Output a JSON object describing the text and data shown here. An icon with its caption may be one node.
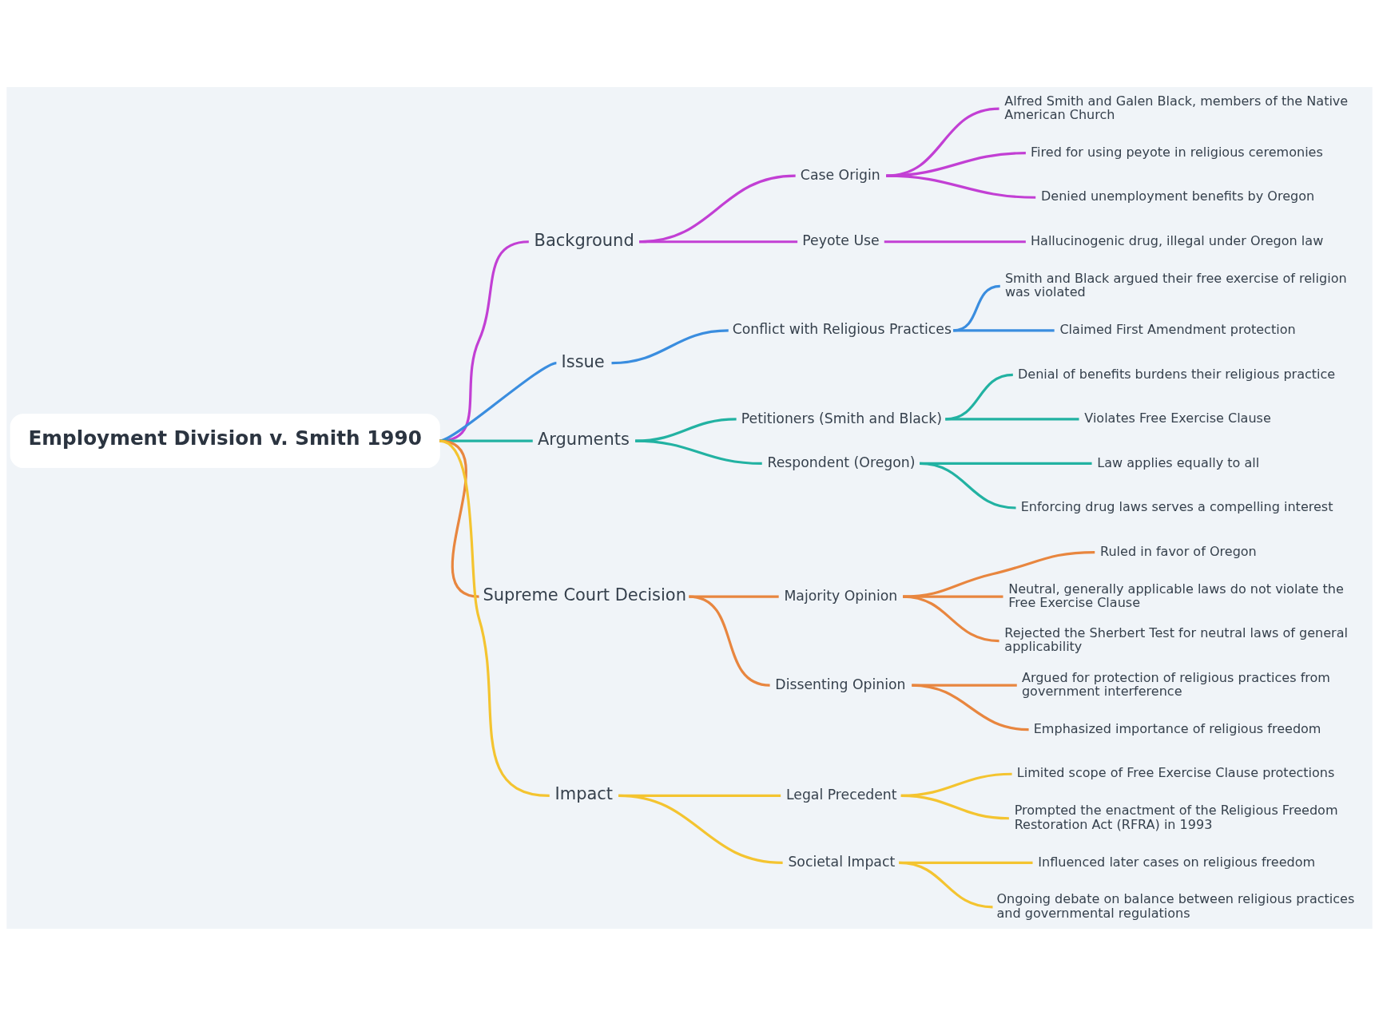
{
  "diagram": {
    "nodes": [
      {
        "text": [
          "Employment Division v. Smith 1990"
        ]
      },
      {
        "text": [
          "Background"
        ]
      },
      {
        "text": [
          "Case Origin"
        ]
      },
      {
        "text": [
          "Alfred Smith and Galen Black, members of the Native American Church"
        ]
      },
      {
        "text": [
          "Fired for using peyote in religious ceremonies"
        ]
      },
      {
        "text": [
          "Denied unemployment benefits by Oregon"
        ]
      },
      {
        "text": [
          "Peyote Use"
        ]
      },
      {
        "text": [
          "Hallucinogenic drug, illegal under Oregon law"
        ]
      },
      {
        "text": [
          "Issue"
        ]
      },
      {
        "text": [
          "Conflict with Religious Practices"
        ]
      },
      {
        "text": [
          "Smith and Black argued their free exercise of religion was violated"
        ]
      },
      {
        "text": [
          "Claimed First Amendment protection"
        ]
      },
      {
        "text": [
          "Arguments"
        ]
      },
      {
        "text": [
          "Petitioners (Smith and Black)"
        ]
      },
      {
        "text": [
          "Denial of benefits burdens their religious practice"
        ]
      },
      {
        "text": [
          "Violates Free Exercise Clause"
        ]
      },
      {
        "text": [
          "Respondent (Oregon)"
        ]
      },
      {
        "text": [
          "Law applies equally to all"
        ]
      },
      {
        "text": [
          "Enforcing drug laws serves a compelling interest"
        ]
      },
      {
        "text": [
          "Supreme Court Decision"
        ]
      },
      {
        "text": [
          "Majority Opinion"
        ]
      },
      {
        "text": [
          "Ruled in favor of Oregon"
        ]
      },
      {
        "text": [
          "Neutral, generally applicable laws do not violate the Free Exercise Clause"
        ]
      },
      {
        "text": [
          "Rejected the Sherbert Test for neutral laws of general applicability"
        ]
      },
      {
        "text": [
          "Dissenting Opinion"
        ]
      },
      {
        "text": [
          "Argued for protection of religious practices from government interference"
        ]
      },
      {
        "text": [
          "Emphasized importance of religious freedom"
        ]
      },
      {
        "text": [
          "Impact"
        ]
      },
      {
        "text": [
          "Legal Precedent"
        ]
      },
      {
        "text": [
          "Limited scope of Free Exercise Clause protections"
        ]
      },
      {
        "text": [
          "Prompted the enactment of the Religious Freedom Restoration Act (RFRA) in 1993"
        ]
      },
      {
        "text": [
          "Societal Impact"
        ]
      },
      {
        "text": [
          "Influenced later cases on religious freedom"
        ]
      },
      {
        "text": [
          "Ongoing debate on balance between religious practices and governmental regulations"
        ]
      }
    ],
    "edges": [
      {
        "from": 0,
        "to": 1,
        "arrow": "none",
        "color": "#c23fd4"
      },
      {
        "from": 1,
        "to": 2,
        "arrow": "none",
        "color": "#c23fd4"
      },
      {
        "from": 2,
        "to": 3,
        "arrow": "none",
        "color": "#c23fd4"
      },
      {
        "from": 2,
        "to": 4,
        "arrow": "none",
        "color": "#c23fd4"
      },
      {
        "from": 2,
        "to": 5,
        "arrow": "none",
        "color": "#c23fd4"
      },
      {
        "from": 1,
        "to": 6,
        "arrow": "none",
        "color": "#c23fd4"
      },
      {
        "from": 6,
        "to": 7,
        "arrow": "none",
        "color": "#c23fd4"
      },
      {
        "from": 0,
        "to": 8,
        "arrow": "none",
        "color": "#3a8ddf"
      },
      {
        "from": 8,
        "to": 9,
        "arrow": "none",
        "color": "#3a8ddf"
      },
      {
        "from": 9,
        "to": 10,
        "arrow": "none",
        "color": "#3a8ddf"
      },
      {
        "from": 9,
        "to": 11,
        "arrow": "none",
        "color": "#3a8ddf"
      },
      {
        "from": 0,
        "to": 12,
        "arrow": "none",
        "color": "#22b2a2"
      },
      {
        "from": 12,
        "to": 13,
        "arrow": "none",
        "color": "#22b2a2"
      },
      {
        "from": 13,
        "to": 14,
        "arrow": "none",
        "color": "#22b2a2"
      },
      {
        "from": 13,
        "to": 15,
        "arrow": "none",
        "color": "#22b2a2"
      },
      {
        "from": 12,
        "to": 16,
        "arrow": "none",
        "color": "#22b2a2"
      },
      {
        "from": 16,
        "to": 17,
        "arrow": "none",
        "color": "#22b2a2"
      },
      {
        "from": 16,
        "to": 18,
        "arrow": "none",
        "color": "#22b2a2"
      },
      {
        "from": 0,
        "to": 19,
        "arrow": "none",
        "color": "#e8863f"
      },
      {
        "from": 19,
        "to": 20,
        "arrow": "none",
        "color": "#e8863f"
      },
      {
        "from": 20,
        "to": 21,
        "arrow": "none",
        "color": "#e8863f"
      },
      {
        "from": 20,
        "to": 22,
        "arrow": "none",
        "color": "#e8863f"
      },
      {
        "from": 20,
        "to": 23,
        "arrow": "none",
        "color": "#e8863f"
      },
      {
        "from": 19,
        "to": 24,
        "arrow": "none",
        "color": "#e8863f"
      },
      {
        "from": 24,
        "to": 25,
        "arrow": "none",
        "color": "#e8863f"
      },
      {
        "from": 24,
        "to": 26,
        "arrow": "none",
        "color": "#e8863f"
      },
      {
        "from": 0,
        "to": 27,
        "arrow": "none",
        "color": "#f4c430"
      },
      {
        "from": 27,
        "to": 28,
        "arrow": "none",
        "color": "#f4c430"
      },
      {
        "from": 28,
        "to": 29,
        "arrow": "none",
        "color": "#f4c430"
      },
      {
        "from": 28,
        "to": 30,
        "arrow": "none",
        "color": "#f4c430"
      },
      {
        "from": 27,
        "to": 31,
        "arrow": "none",
        "color": "#f4c430"
      },
      {
        "from": 31,
        "to": 32,
        "arrow": "none",
        "color": "#f4c430"
      },
      {
        "from": 31,
        "to": 33,
        "arrow": "none",
        "color": "#f4c430"
      }
    ]
  }
}
